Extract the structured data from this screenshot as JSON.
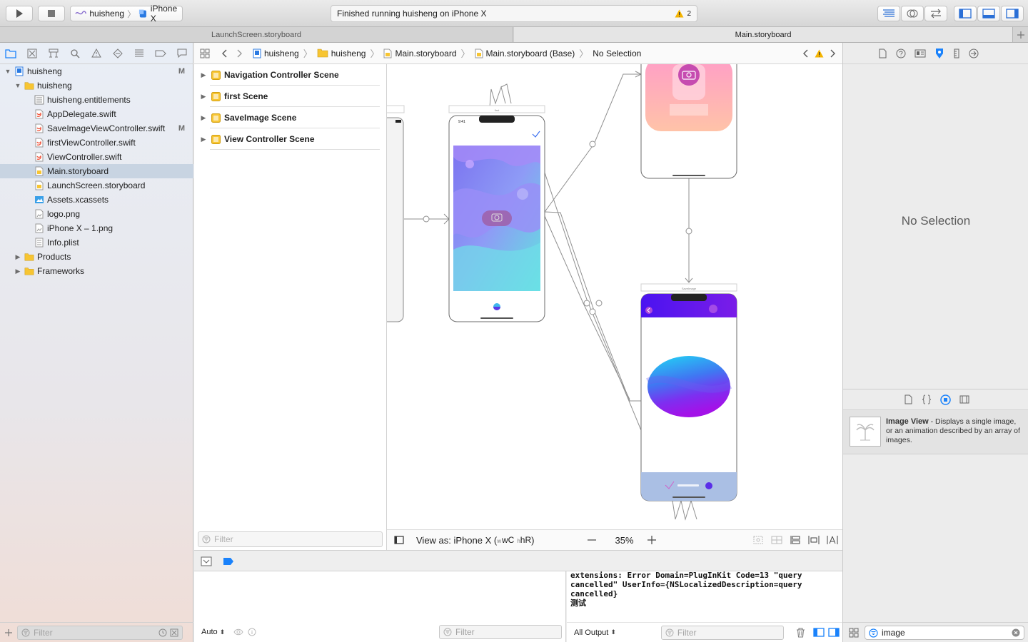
{
  "toolbar": {
    "scheme_project": "huisheng",
    "scheme_device": "iPhone X",
    "activity_text": "Finished running huisheng on iPhone X",
    "warning_count": "2"
  },
  "tabs": [
    {
      "label": "LaunchScreen.storyboard",
      "active": false
    },
    {
      "label": "Main.storyboard",
      "active": true
    }
  ],
  "navigator": {
    "items": [
      {
        "label": "huisheng",
        "kind": "project",
        "level": 0,
        "expanded": true,
        "badge": "M"
      },
      {
        "label": "huisheng",
        "kind": "folder",
        "level": 1,
        "expanded": true,
        "badge": ""
      },
      {
        "label": "huisheng.entitlements",
        "kind": "entitlements",
        "level": 2,
        "badge": ""
      },
      {
        "label": "AppDelegate.swift",
        "kind": "swift",
        "level": 2,
        "badge": ""
      },
      {
        "label": "SaveImageViewController.swift",
        "kind": "swift",
        "level": 2,
        "badge": "M"
      },
      {
        "label": "firstViewController.swift",
        "kind": "swift",
        "level": 2,
        "badge": ""
      },
      {
        "label": "ViewController.swift",
        "kind": "swift",
        "level": 2,
        "badge": ""
      },
      {
        "label": "Main.storyboard",
        "kind": "storyboard",
        "level": 2,
        "badge": "",
        "selected": true
      },
      {
        "label": "LaunchScreen.storyboard",
        "kind": "storyboard",
        "level": 2,
        "badge": ""
      },
      {
        "label": "Assets.xcassets",
        "kind": "assets",
        "level": 2,
        "badge": ""
      },
      {
        "label": "logo.png",
        "kind": "image",
        "level": 2,
        "badge": ""
      },
      {
        "label": "iPhone X – 1.png",
        "kind": "image",
        "level": 2,
        "badge": ""
      },
      {
        "label": "Info.plist",
        "kind": "plist",
        "level": 2,
        "badge": ""
      },
      {
        "label": "Products",
        "kind": "folder",
        "level": 1,
        "expanded": false,
        "badge": ""
      },
      {
        "label": "Frameworks",
        "kind": "folder",
        "level": 1,
        "expanded": false,
        "badge": ""
      }
    ],
    "filter_placeholder": "Filter"
  },
  "jumpbar": {
    "crumbs": [
      "huisheng",
      "huisheng",
      "Main.storyboard",
      "Main.storyboard (Base)",
      "No Selection"
    ]
  },
  "outline": {
    "scenes": [
      "Navigation Controller Scene",
      "first Scene",
      "SaveImage Scene",
      "View Controller Scene"
    ],
    "filter_placeholder": "Filter"
  },
  "canvas": {
    "view_as": "View as: iPhone X (",
    "size_class_w": "wC",
    "size_class_h": "hR",
    "view_as_close": ")",
    "zoom": "35%",
    "first_scene_title": "first",
    "save_scene_title": "SaveImage",
    "status_time": "9:41"
  },
  "debug": {
    "auto_label": "Auto",
    "output_label": "All Output",
    "filter_placeholder": "Filter",
    "console_lines": [
      "extensions: Error Domain=PlugInKit Code=13 \"query",
      "cancelled\" UserInfo={NSLocalizedDescription=query",
      "cancelled}",
      "测试"
    ]
  },
  "inspector": {
    "empty_text": "No Selection",
    "library_item_title": "Image View",
    "library_item_desc": " - Displays a single image, or an animation described by an array of images.",
    "library_search": "image"
  },
  "colors": {
    "accent": "#1a82fb",
    "selection": "#c8d4e2",
    "warning": "#f5b400",
    "folder": "#f7c532"
  }
}
